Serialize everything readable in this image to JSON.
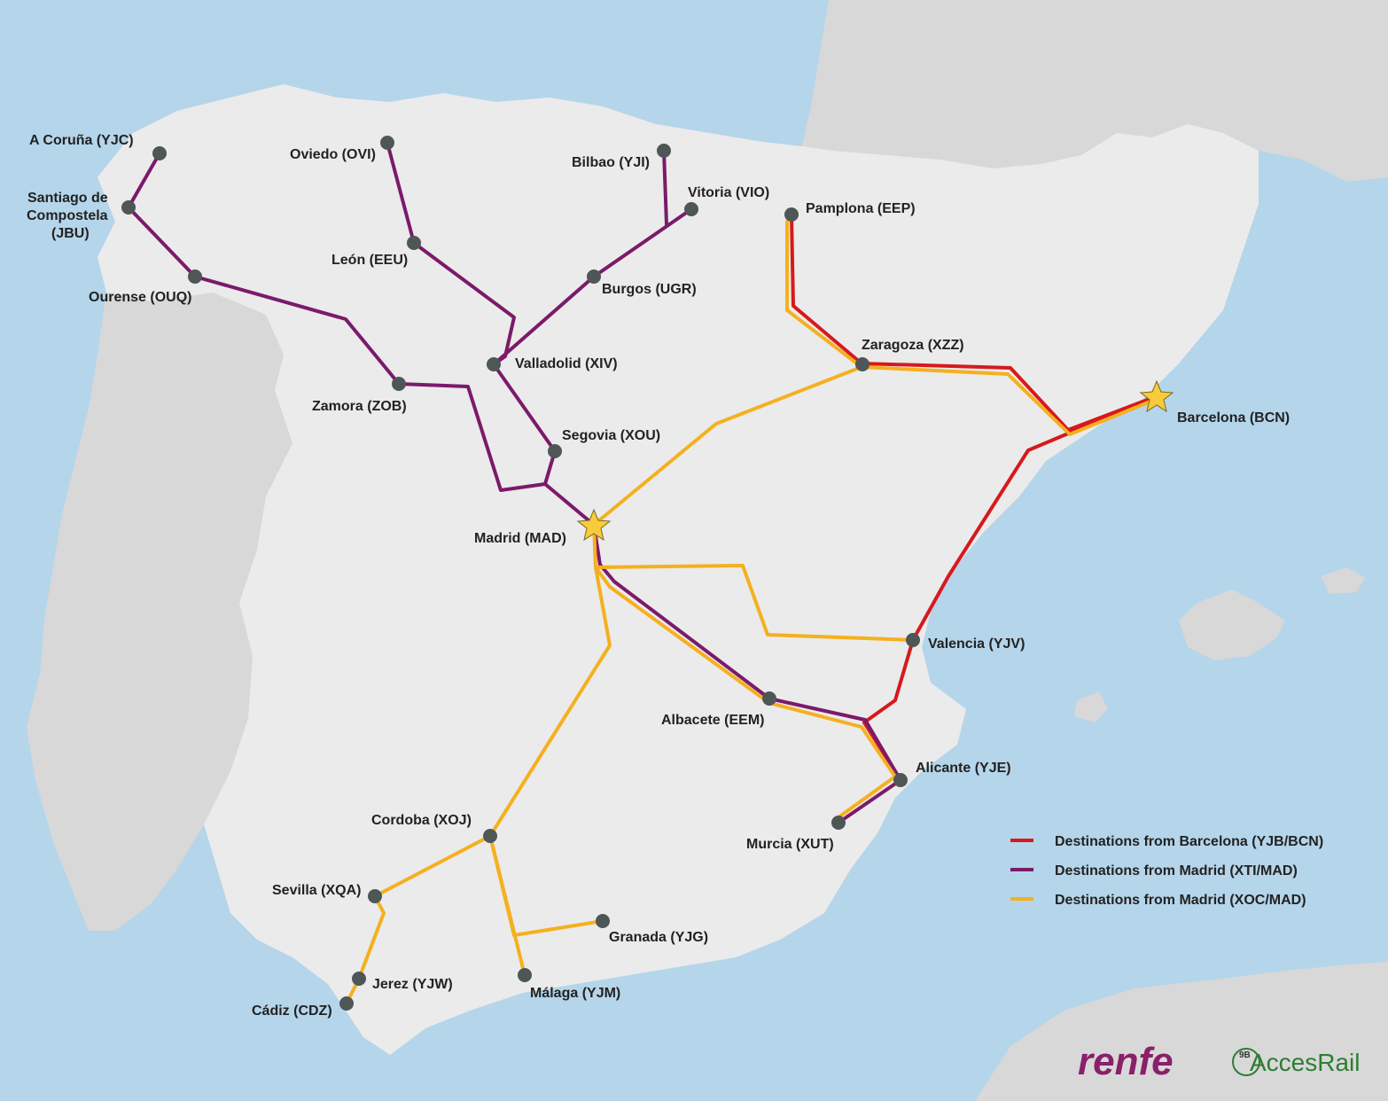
{
  "colors": {
    "sea": "#b5d5ea",
    "land_other": "#d8d8d8",
    "land_spain": "#ebebeb",
    "route_barcelona": "#d7191c",
    "route_madrid_xti": "#7b1a6a",
    "route_madrid_xoc": "#f5b01f",
    "node": "#4e5756",
    "hub_star": "#f7cb3a"
  },
  "cities": {
    "a_coruna": "A Coruña (YJC)",
    "santiago_1": "Santiago de",
    "santiago_2": "Compostela",
    "santiago_3": "(JBU)",
    "ourense": "Ourense (OUQ)",
    "oviedo": "Oviedo (OVI)",
    "leon": "León (EEU)",
    "bilbao": "Bilbao (YJI)",
    "vitoria": "Vitoria (VIO)",
    "burgos": "Burgos (UGR)",
    "valladolid": "Valladolid (XIV)",
    "zamora": "Zamora (ZOB)",
    "segovia": "Segovia (XOU)",
    "madrid": "Madrid (MAD)",
    "pamplona": "Pamplona (EEP)",
    "zaragoza": "Zaragoza (XZZ)",
    "barcelona": "Barcelona (BCN)",
    "valencia": "Valencia (YJV)",
    "albacete": "Albacete (EEM)",
    "alicante": "Alicante (YJE)",
    "murcia": "Murcia (XUT)",
    "cordoba": "Cordoba (XOJ)",
    "sevilla": "Sevilla (XQA)",
    "granada": "Granada (YJG)",
    "jerez": "Jerez (YJW)",
    "malaga": "Málaga (YJM)",
    "cadiz": "Cádiz (CDZ)"
  },
  "legend": {
    "barcelona": "Destinations from Barcelona (YJB/BCN)",
    "madrid_xti": "Destinations from Madrid (XTI/MAD)",
    "madrid_xoc": "Destinations from Madrid (XOC/MAD)"
  },
  "logos": {
    "renfe": "renfe",
    "accesrail": "AccesRail",
    "accesrail_code": "9B"
  }
}
